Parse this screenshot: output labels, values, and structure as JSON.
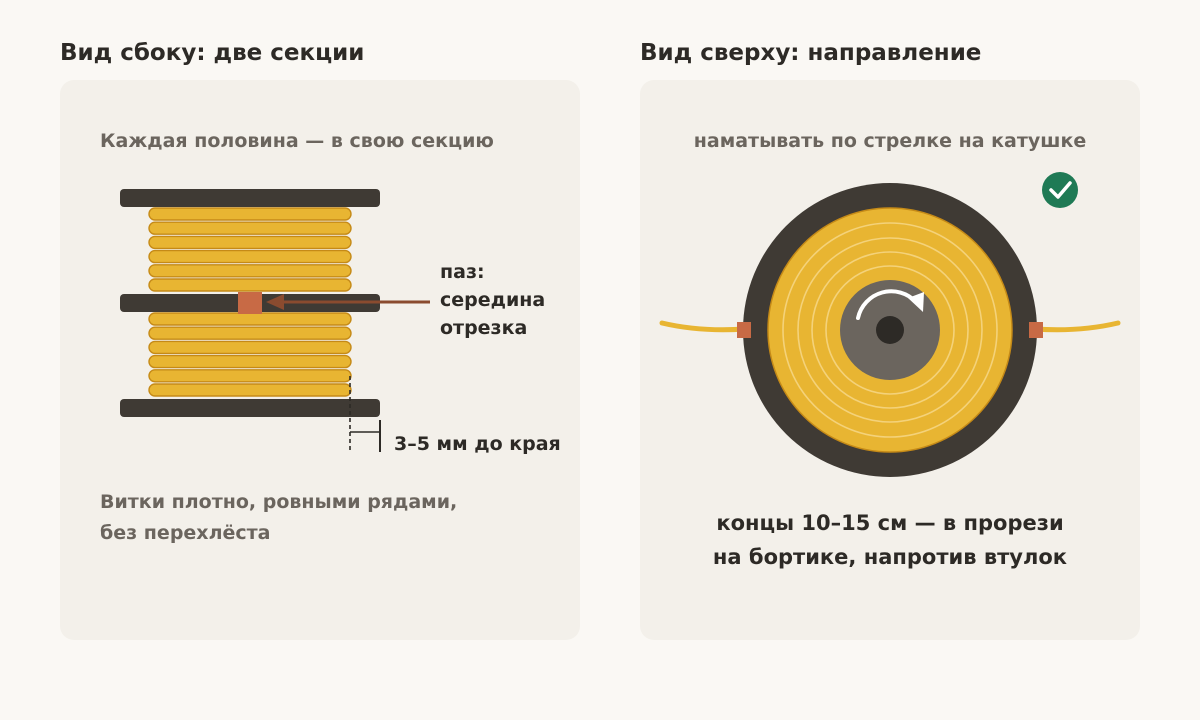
{
  "left": {
    "heading": "Вид сбоку: две секции",
    "caption_top": "Каждая половина — в свою секцию",
    "groove_label": [
      "паз:",
      "середина",
      "отрезка"
    ],
    "edge_label": "3–5 мм до края",
    "caption_bottom": [
      "Витки плотно, ровными рядами,",
      "без перехлёста"
    ]
  },
  "right": {
    "heading": "Вид сверху: направление",
    "caption_top": "наматывать по стрелке на катушке",
    "check_icon": "check-circle-icon",
    "bottom_text": [
      "концы 10–15 см — в прорези",
      "на бортике, напротив втулок"
    ]
  },
  "colors": {
    "background": "#faf8f4",
    "panel": "#f3f0ea",
    "flange": "#3f3a34",
    "line_fill": "#e8b532",
    "line_stroke": "#c58a17",
    "marker": "#c86a45",
    "arrow": "#8a4b2f",
    "hub": "#6b655e",
    "check": "#1f7a55"
  }
}
